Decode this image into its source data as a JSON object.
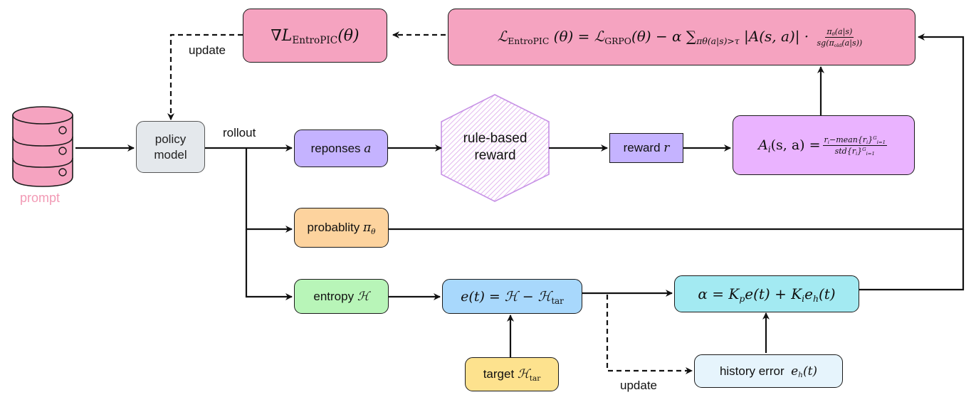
{
  "nodes": {
    "prompt": {
      "label": "prompt"
    },
    "policy_model": {
      "label": "policy model"
    },
    "responses": {
      "label": "reponses",
      "symbol": "a"
    },
    "rule_based_reward": {
      "label": "rule-based reward"
    },
    "reward": {
      "label": "reward",
      "symbol": "r"
    },
    "advantage": {
      "lhs": "A",
      "lhs_sub": "i",
      "lhs_args": "(s, a) =",
      "num": "r",
      "num_sub": "i",
      "num_rest": "−mean{r",
      "num_rest_sub": "i",
      "num_rest_end": "}",
      "num_sup": "G",
      "num_sub2": "i=1",
      "den": "std{r",
      "den_sub": "i",
      "den_end": "}",
      "den_sup": "G",
      "den_sub2": "i=1"
    },
    "probability": {
      "label": "probablity",
      "symbol": "π",
      "symbol_sub": "θ"
    },
    "entropy": {
      "label": "entropy",
      "symbol": "ℋ"
    },
    "error": {
      "text": "e(t) = ℋ − ℋ",
      "sub": "tar"
    },
    "alpha": {
      "text": "α = K",
      "sub1": "p",
      "mid": "e(t) + K",
      "sub2": "i",
      "mid2": "e",
      "sub3": "h",
      "end": "(t)"
    },
    "target": {
      "label": "target",
      "symbol": "ℋ",
      "symbol_sub": "tar"
    },
    "history_error": {
      "label": "history error",
      "symbol": "e",
      "symbol_sub": "h",
      "symbol_end": "(t)"
    },
    "gradient": {
      "text": "∇L",
      "sub": "EntroPIC",
      "end": "(θ)"
    },
    "loss": {
      "lhs": "ℒ",
      "lhs_sub": "EntroPIC",
      "lhs_end": " (θ) = ℒ",
      "grpo_sub": "GRPO",
      "mid": "(θ) − α ∑",
      "sum_sub": "π",
      "sum_sub2": "θ",
      "sum_sub3": "(a|s)>τ",
      "abs": " |A(s, a)| · ",
      "frac_num": "π",
      "frac_num_sub": "θ",
      "frac_num_end": "(a|s)",
      "frac_den": "sg(π",
      "frac_den_sub": "old",
      "frac_den_end": "(a|s))"
    }
  },
  "edge_labels": {
    "rollout": "rollout",
    "update_top": "update",
    "update_bottom": "update"
  },
  "colors": {
    "pink": "#f5a3c0",
    "purple": "#c5b3ff",
    "violet": "#eab3ff",
    "orange": "#fdd39e",
    "green": "#b8f5b8",
    "blue": "#a8d8fc",
    "cyan": "#a3eaf2",
    "yellow": "#fde28e",
    "gray": "#e4e8ec",
    "light_blue": "#e6f4fc",
    "prompt_pink": "#f29ab5",
    "hex_border": "#c792e6"
  }
}
